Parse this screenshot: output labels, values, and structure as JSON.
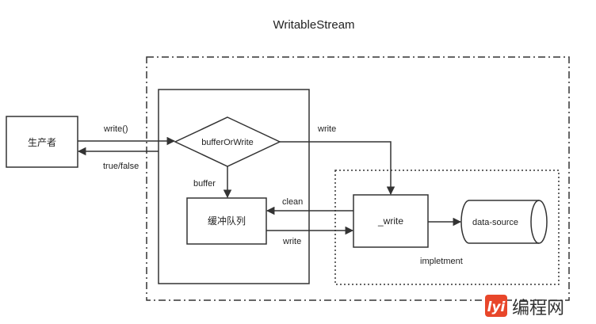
{
  "title": "WritableStream",
  "nodes": {
    "producer": "生产者",
    "decision": "bufferOrWrite",
    "queue": "缓冲队列",
    "write_impl": "_write",
    "data_source": "data-source"
  },
  "edges": {
    "write_call": "write()",
    "return_value": "true/false",
    "to_write": "write",
    "to_buffer": "buffer",
    "clean": "clean",
    "queue_write": "write"
  },
  "groups": {
    "implement_label": "impletment"
  },
  "watermark": {
    "logo_text": "lyi",
    "site_name": "编程网",
    "brand_color": "#e8462a"
  }
}
